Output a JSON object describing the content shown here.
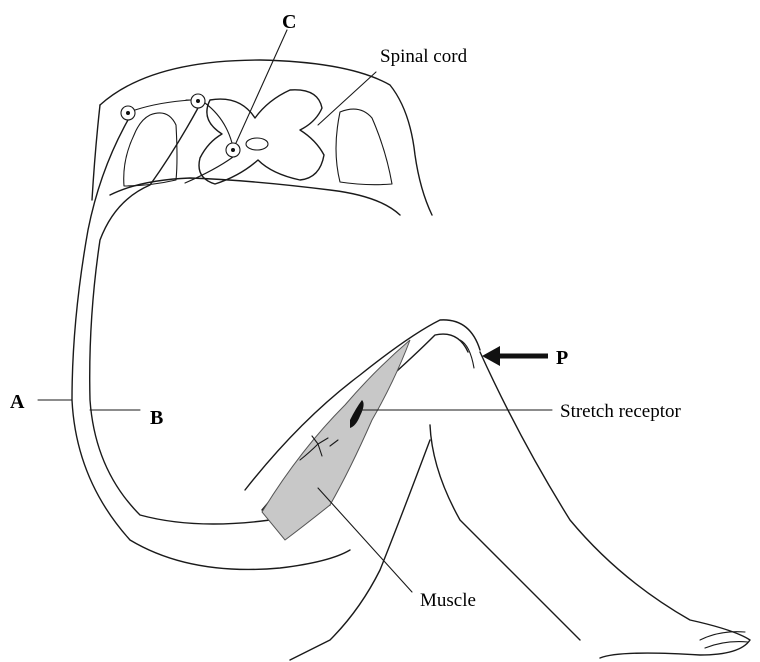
{
  "labels": {
    "a": "A",
    "b": "B",
    "c": "C",
    "p": "P",
    "spinal_cord": "Spinal cord",
    "stretch_receptor": "Stretch receptor",
    "muscle": "Muscle"
  }
}
